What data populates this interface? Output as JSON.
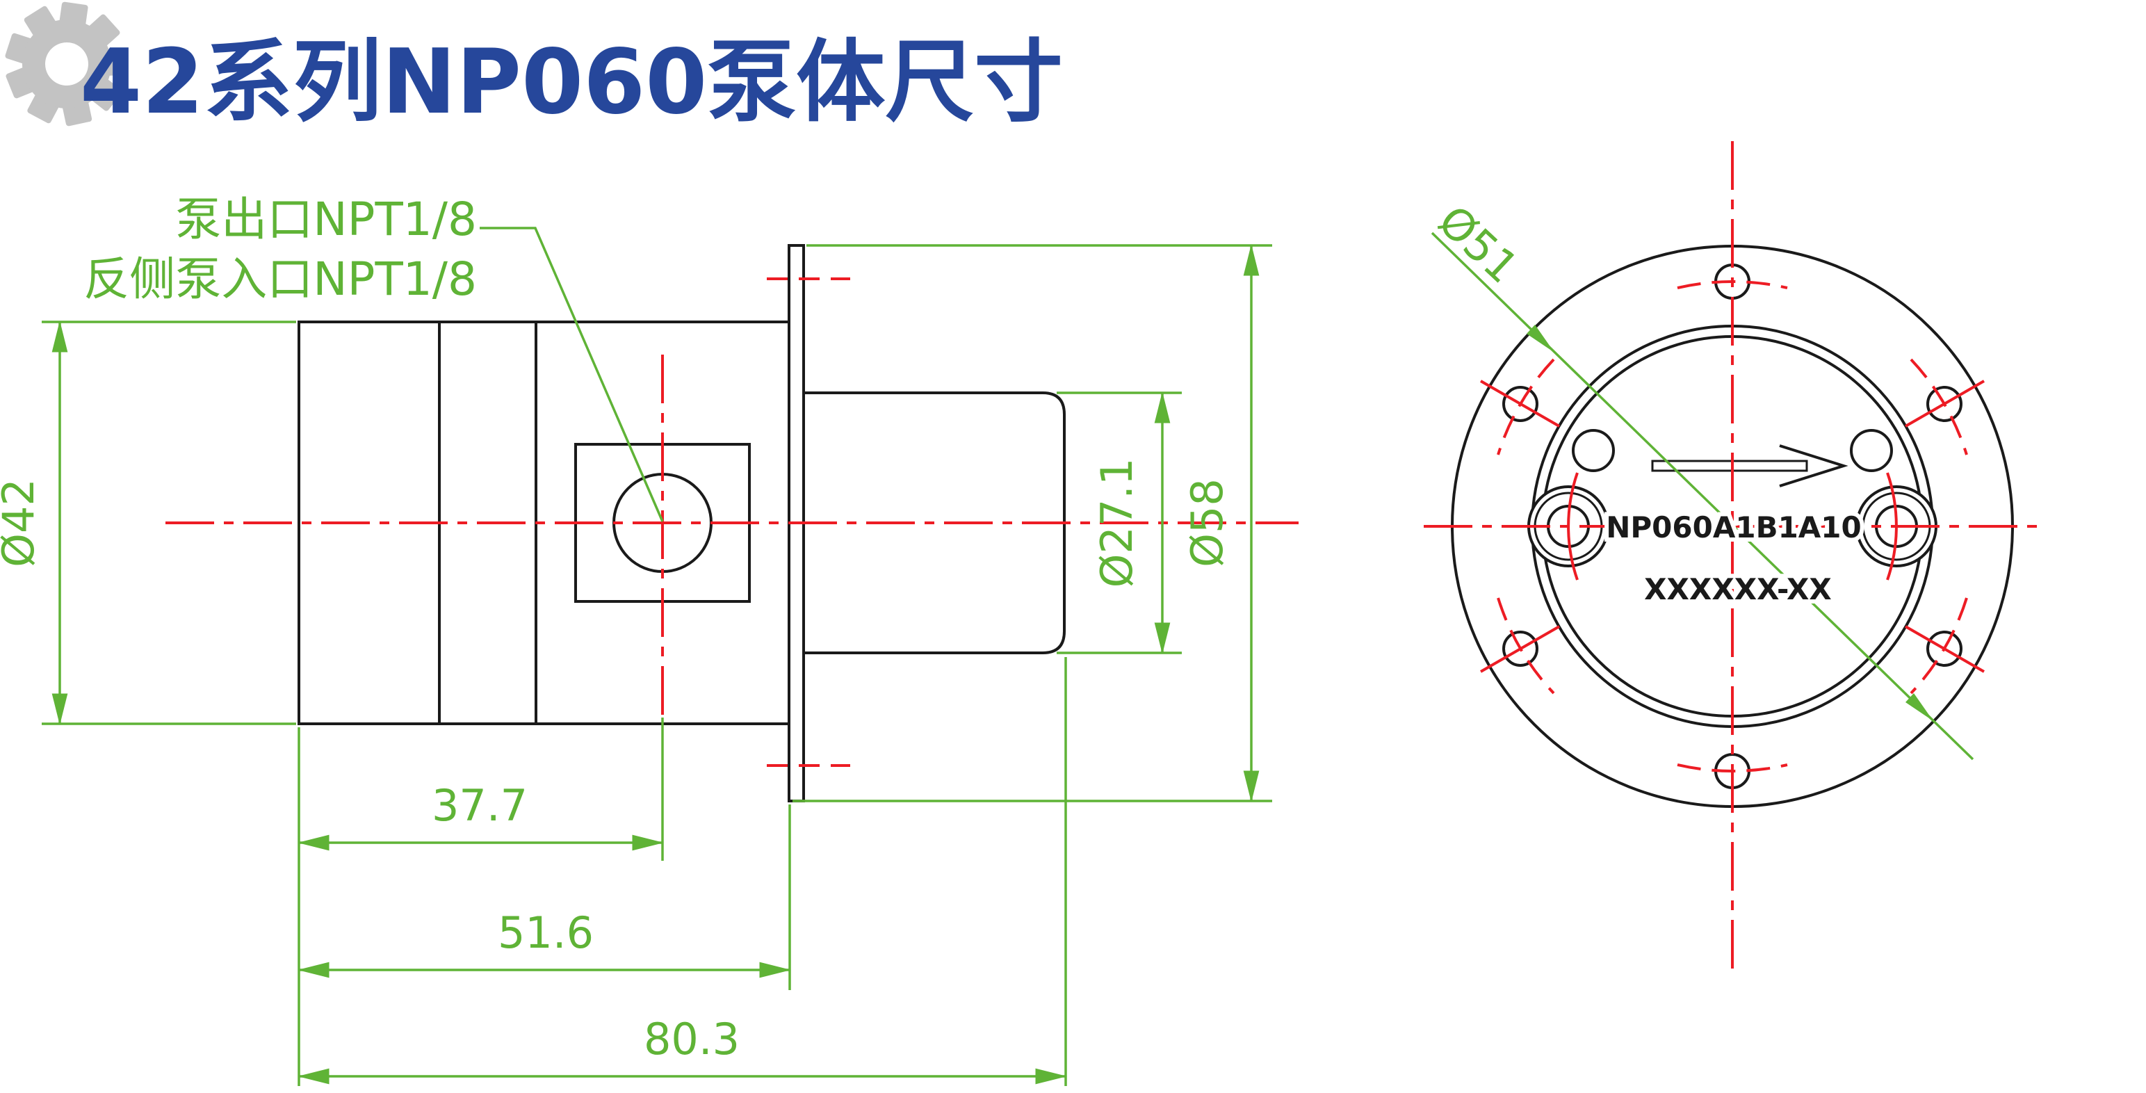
{
  "page": {
    "title": "42系列NP060泵体尺寸"
  },
  "colors": {
    "green": "#5FB336",
    "red": "#ED1C24",
    "blue": "#26479B",
    "gray": "#C3C3C3",
    "black": "#1A1A1A"
  },
  "icons": {
    "header_logo": "gear-icon",
    "flow_direction": "arrow-right-icon"
  },
  "side_view": {
    "port_labels": {
      "line1": "泵出口NPT1/8",
      "line2": "反侧泵入口NPT1/8"
    },
    "dims": {
      "body_od": "Ø42",
      "port_offset": "37.7",
      "body_len": "51.6",
      "overall_len": "80.3",
      "pilot_od": "Ø27.1",
      "flange_od": "Ø58"
    }
  },
  "front_view": {
    "dims": {
      "bolt_circle": "Ø51"
    },
    "markings": {
      "model": "NP060A1B1A10",
      "serial": "XXXXXX-XX"
    }
  }
}
